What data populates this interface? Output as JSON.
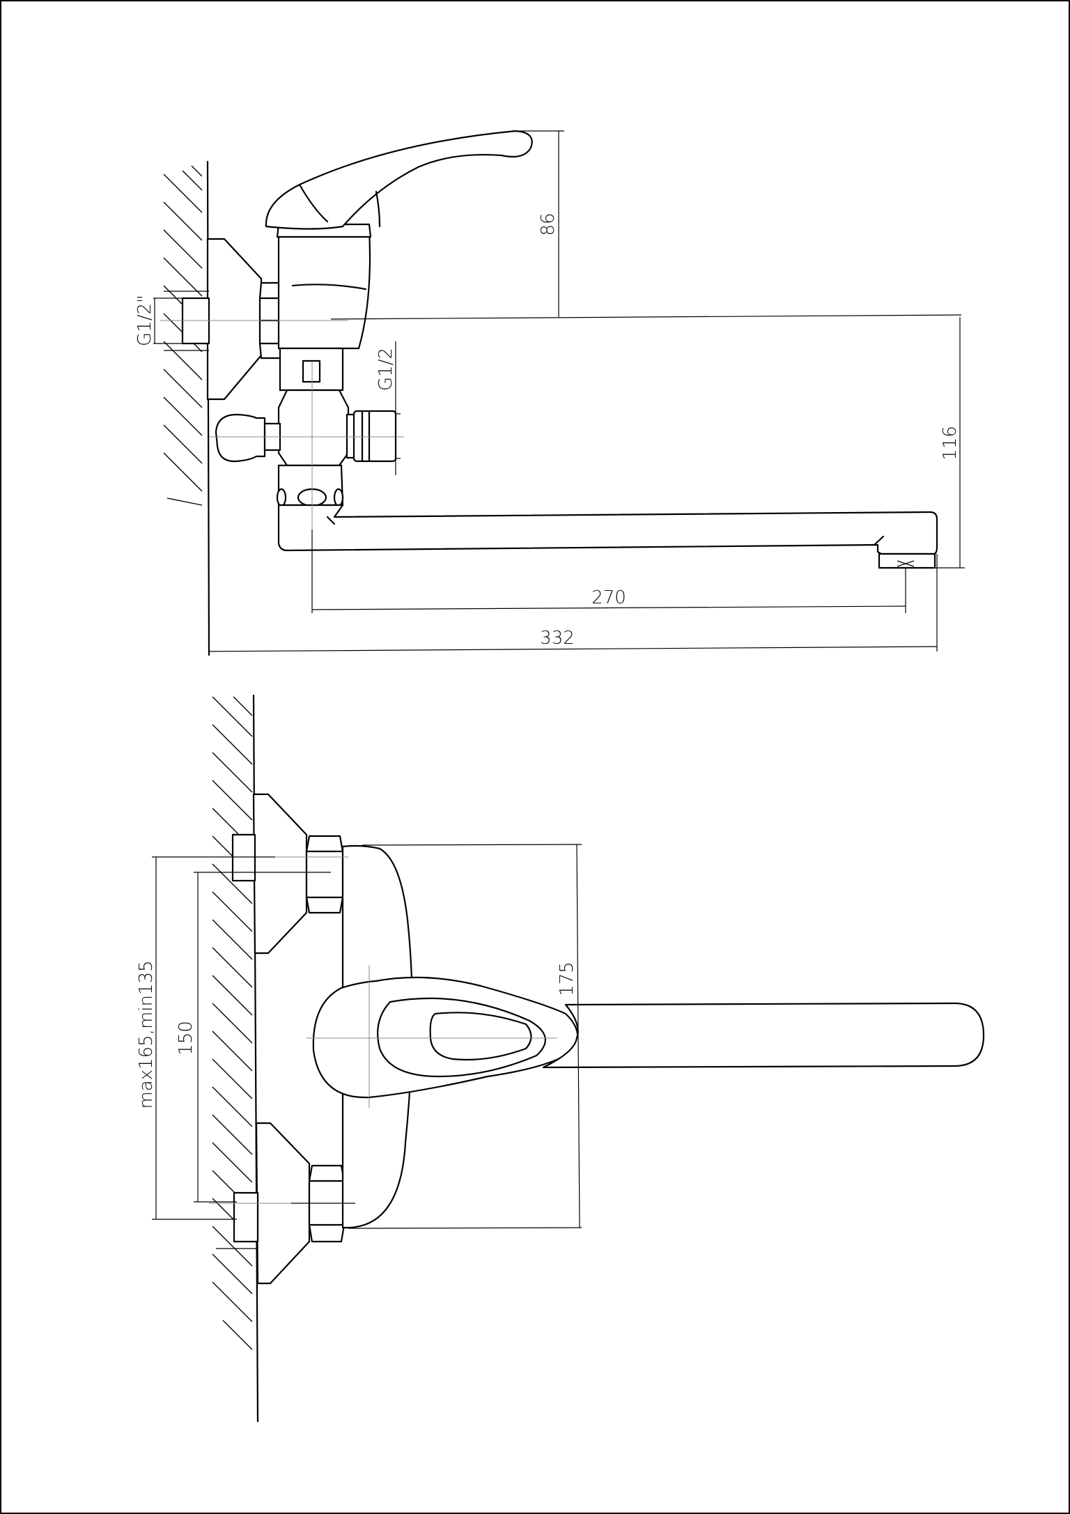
{
  "colors": {
    "line": "#000000",
    "background": "#ffffff",
    "centerline": "#888888"
  },
  "side_view": {
    "dims": {
      "handle_height": "86",
      "spout_drop": "116",
      "spout_reach": "270",
      "overall_length": "332",
      "inlet_thread": "G1/2\"",
      "outlet_thread": "G1/2"
    }
  },
  "front_view": {
    "dims": {
      "body_height": "175",
      "center_distance": "150",
      "adjust_range": "max165,min135"
    }
  }
}
